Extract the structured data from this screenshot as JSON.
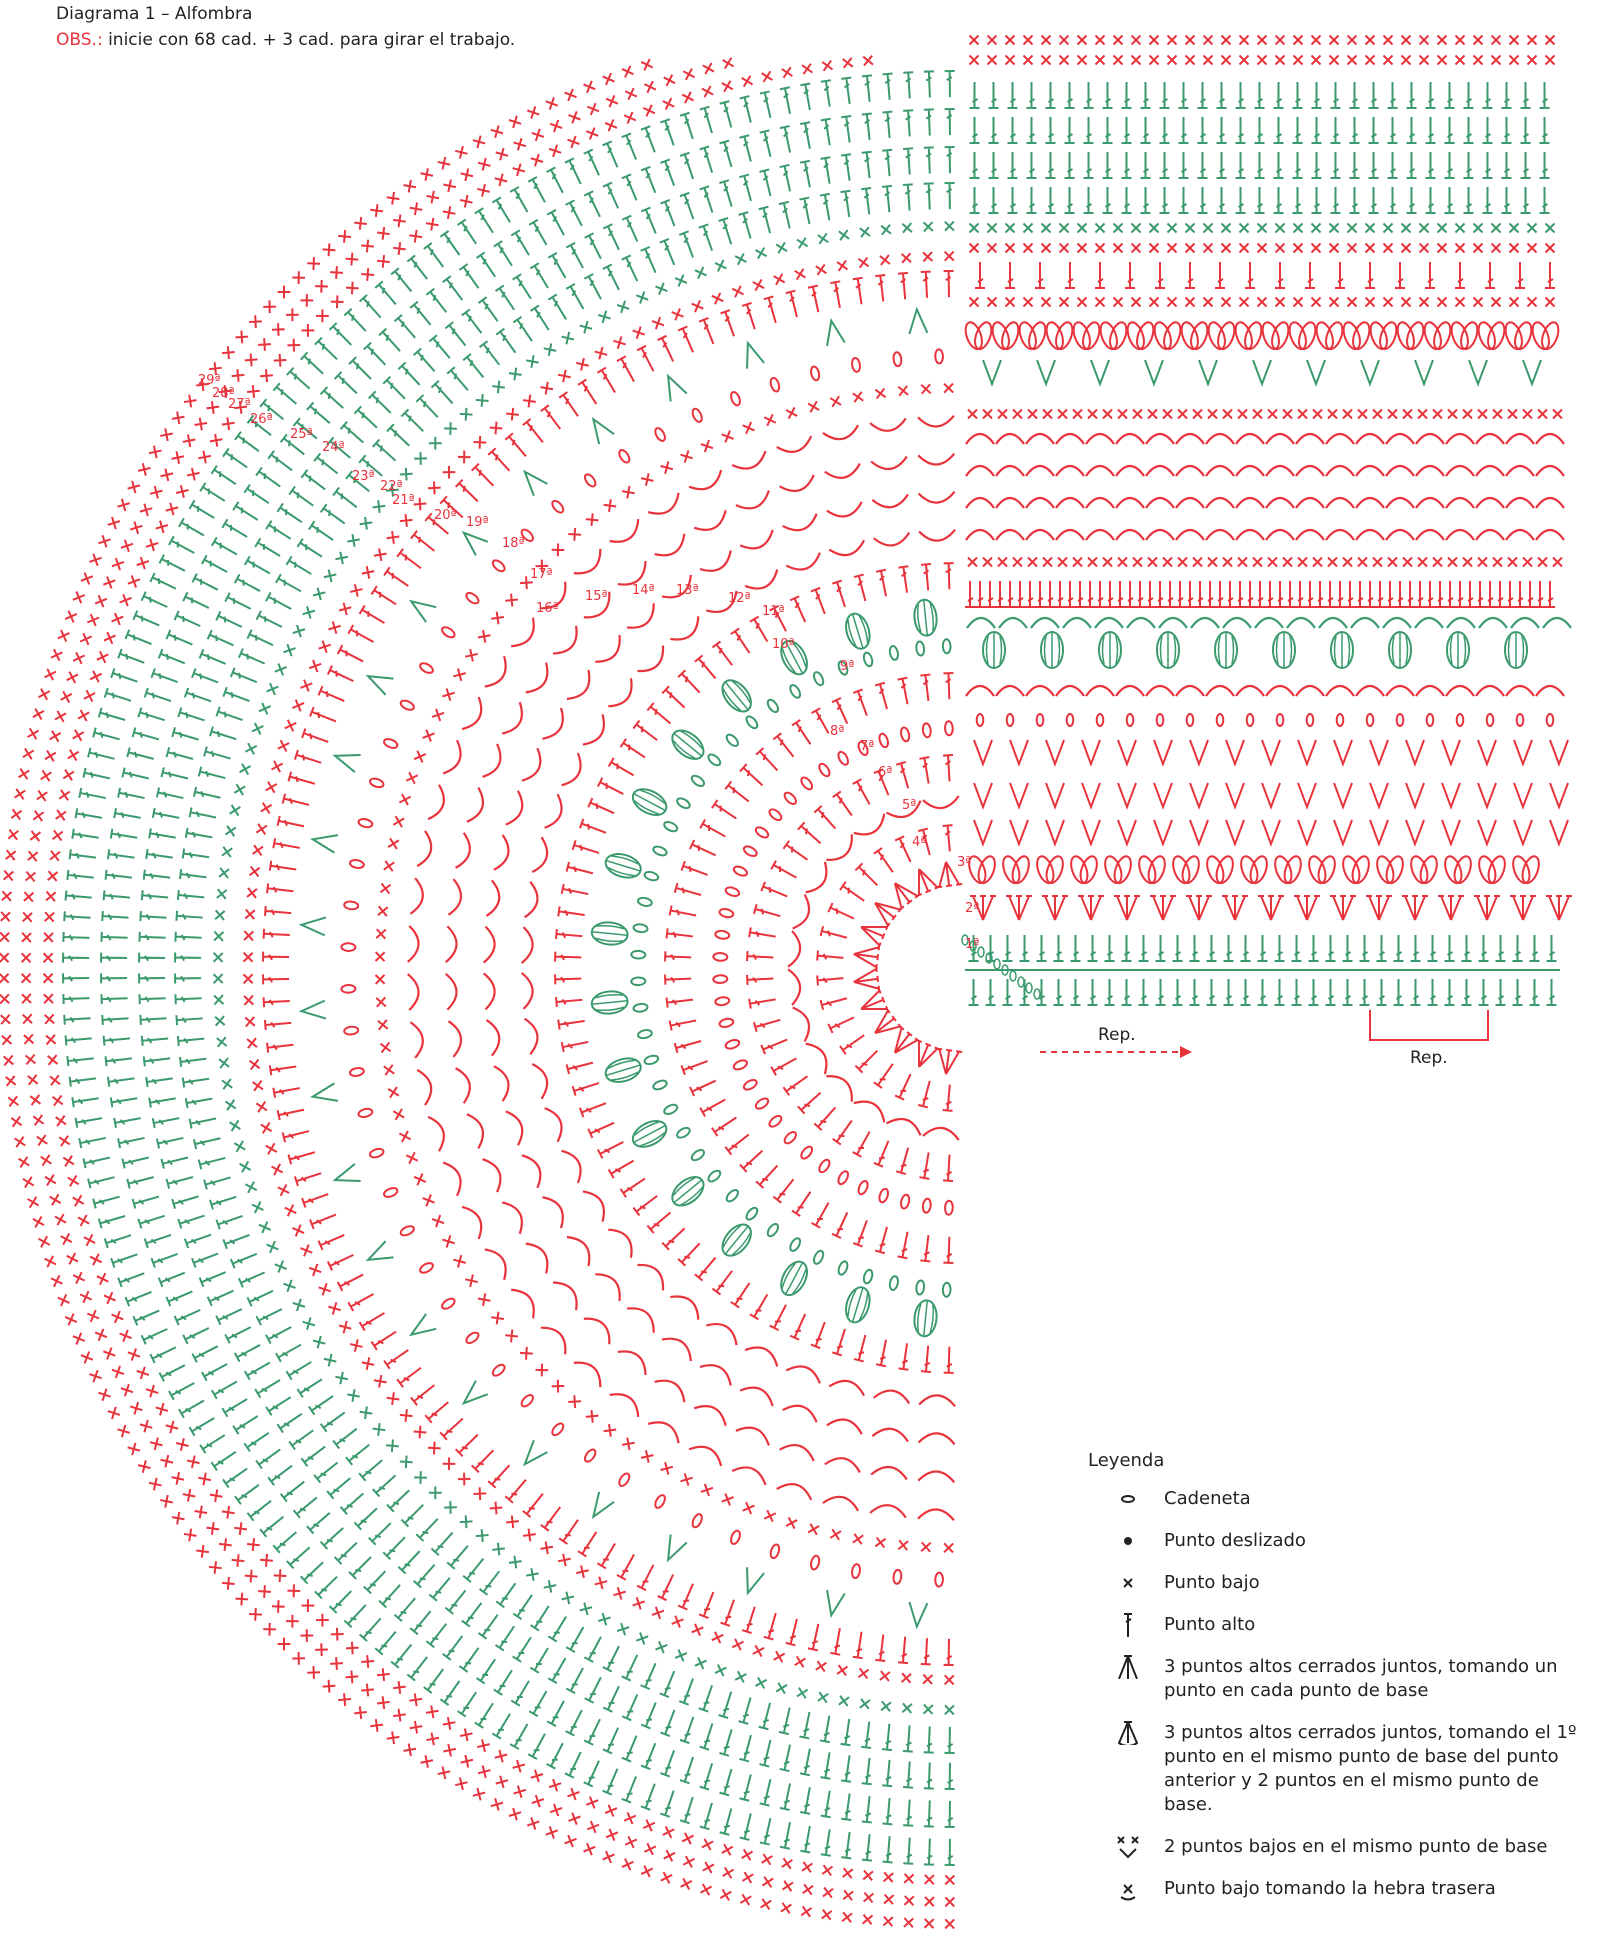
{
  "header": {
    "title": "Diagrama 1 – Alfombra",
    "obs_key": "OBS.:",
    "obs_text": " inicie con 68 cad. + 3 cad. para girar el trabajo."
  },
  "rows": [
    "1ª",
    "2ª",
    "3ª",
    "4ª",
    "5ª",
    "6ª",
    "7ª",
    "8ª",
    "9ª",
    "10ª",
    "11ª",
    "12ª",
    "13ª",
    "14ª",
    "15ª",
    "16ª",
    "17ª",
    "18ª",
    "19ª",
    "20ª",
    "21ª",
    "22ª",
    "23ª",
    "24ª",
    "25ª",
    "26ª",
    "27ª",
    "28ª",
    "29ª"
  ],
  "repeat_labels": {
    "left": "Rep.",
    "right": "Rep."
  },
  "legend": {
    "title": "Leyenda",
    "items": [
      {
        "icon": "chain-icon",
        "label": "Cadeneta"
      },
      {
        "icon": "slip-stitch-icon",
        "label": "Punto deslizado"
      },
      {
        "icon": "single-crochet-icon",
        "label": "Punto bajo"
      },
      {
        "icon": "double-crochet-icon",
        "label": "Punto alto"
      },
      {
        "icon": "dc3tog-icon",
        "label": "3 puntos altos cerrados juntos, tomando un punto en cada punto de base"
      },
      {
        "icon": "dc3tog-shared-icon",
        "label": "3 puntos altos cerrados juntos, tomando el 1º punto en el mismo punto de base del punto anterior y 2 puntos en el mismo punto de base."
      },
      {
        "icon": "sc-increase-icon",
        "label": "2 puntos bajos en el mismo punto de base"
      },
      {
        "icon": "sc-back-loop-icon",
        "label": "Punto bajo tomando la hebra trasera"
      }
    ]
  },
  "colors": {
    "red": "#e8333c",
    "green": "#3b9a6d",
    "text": "#222222"
  }
}
